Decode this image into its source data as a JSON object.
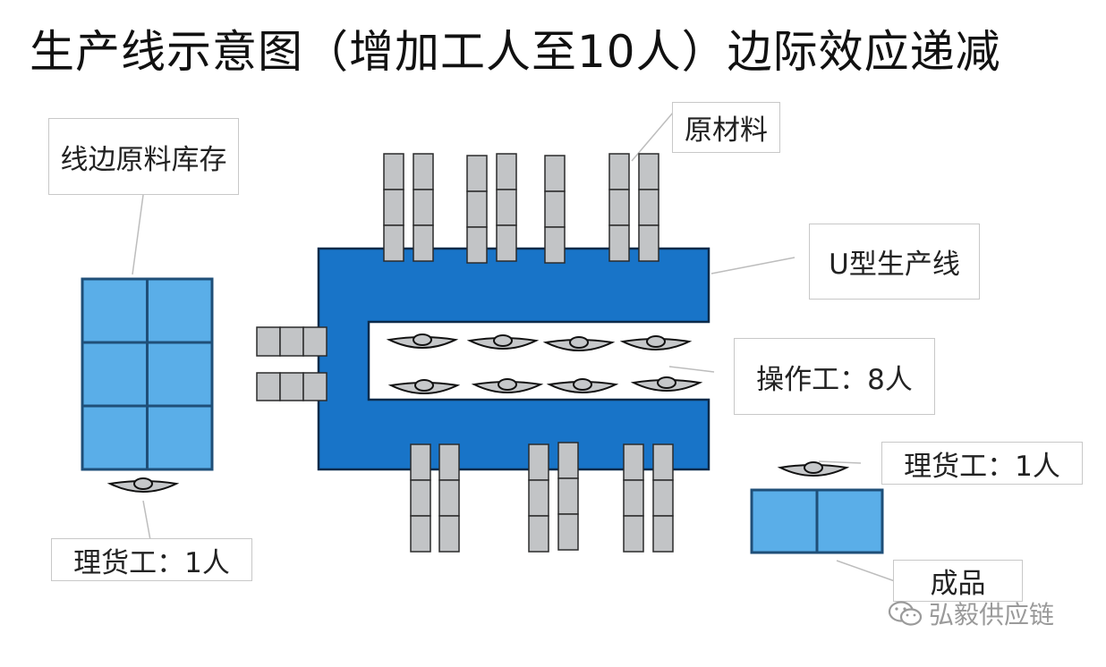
{
  "title": "生产线示意图（增加工人至10人）边际效应递减",
  "labels": {
    "line_stock": "线边原料库存",
    "raw_material": "原材料",
    "u_line": "U型生产线",
    "operators": "操作工：8人",
    "handler_right": "理货工：1人",
    "handler_left": "理货工：1人",
    "finished": "成品"
  },
  "watermark": "弘毅供应链",
  "colors": {
    "line_blue": "#1874c8",
    "storage_blue": "#5aaee8",
    "material_gray": "#c2c4c6",
    "callout_border": "#c8c8c8"
  }
}
